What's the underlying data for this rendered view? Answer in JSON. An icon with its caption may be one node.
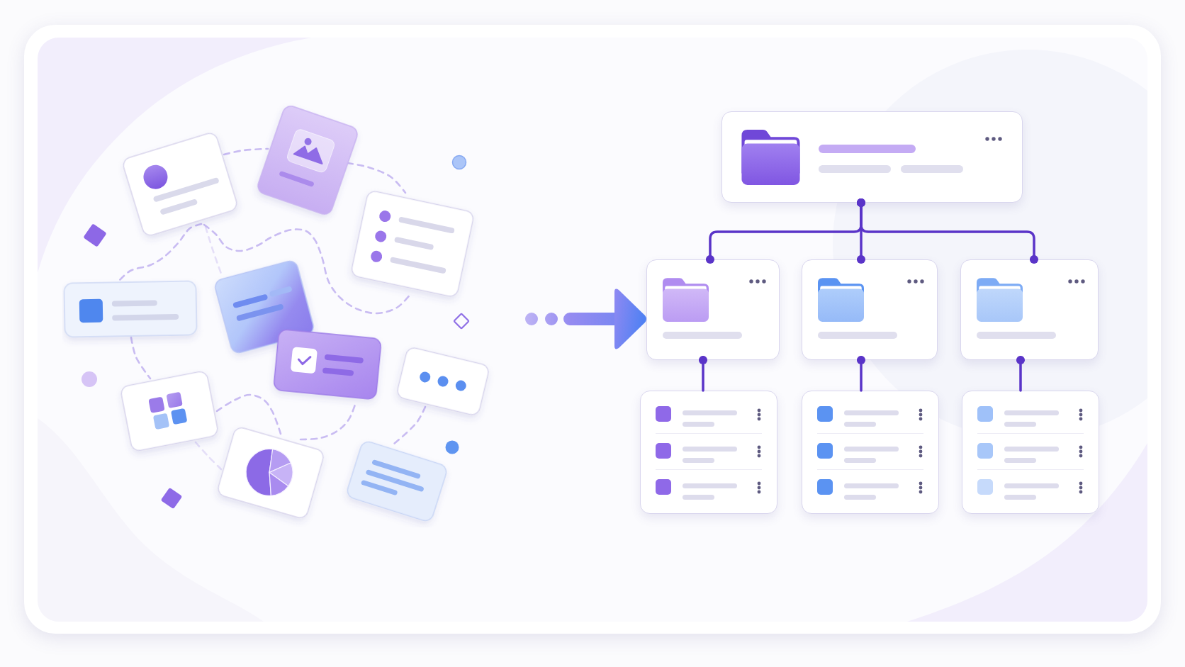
{
  "diagram": {
    "nodes": [
      {
        "text": [],
        "shape": "picture"
      },
      {
        "text": [],
        "shape": "box"
      },
      {
        "text": [],
        "shape": "box"
      },
      {
        "text": [],
        "shape": "box"
      },
      {
        "text": [],
        "shape": "box"
      },
      {
        "text": [],
        "shape": "box"
      },
      {
        "text": [],
        "shape": "box"
      },
      {
        "text": [],
        "shape": "box"
      }
    ],
    "edges": [
      {
        "from": 0,
        "to": 2,
        "arrow": "to",
        "style": "thick",
        "color": "#6a84f2"
      },
      {
        "from": 1,
        "to": 2,
        "arrow": "other"
      },
      {
        "from": 1,
        "to": 3,
        "arrow": "other"
      },
      {
        "from": 1,
        "to": 4,
        "arrow": "other"
      },
      {
        "from": 2,
        "to": 5,
        "arrow": "other"
      },
      {
        "from": 3,
        "to": 6,
        "arrow": "other"
      },
      {
        "from": 4,
        "to": 7,
        "arrow": "other"
      }
    ]
  }
}
